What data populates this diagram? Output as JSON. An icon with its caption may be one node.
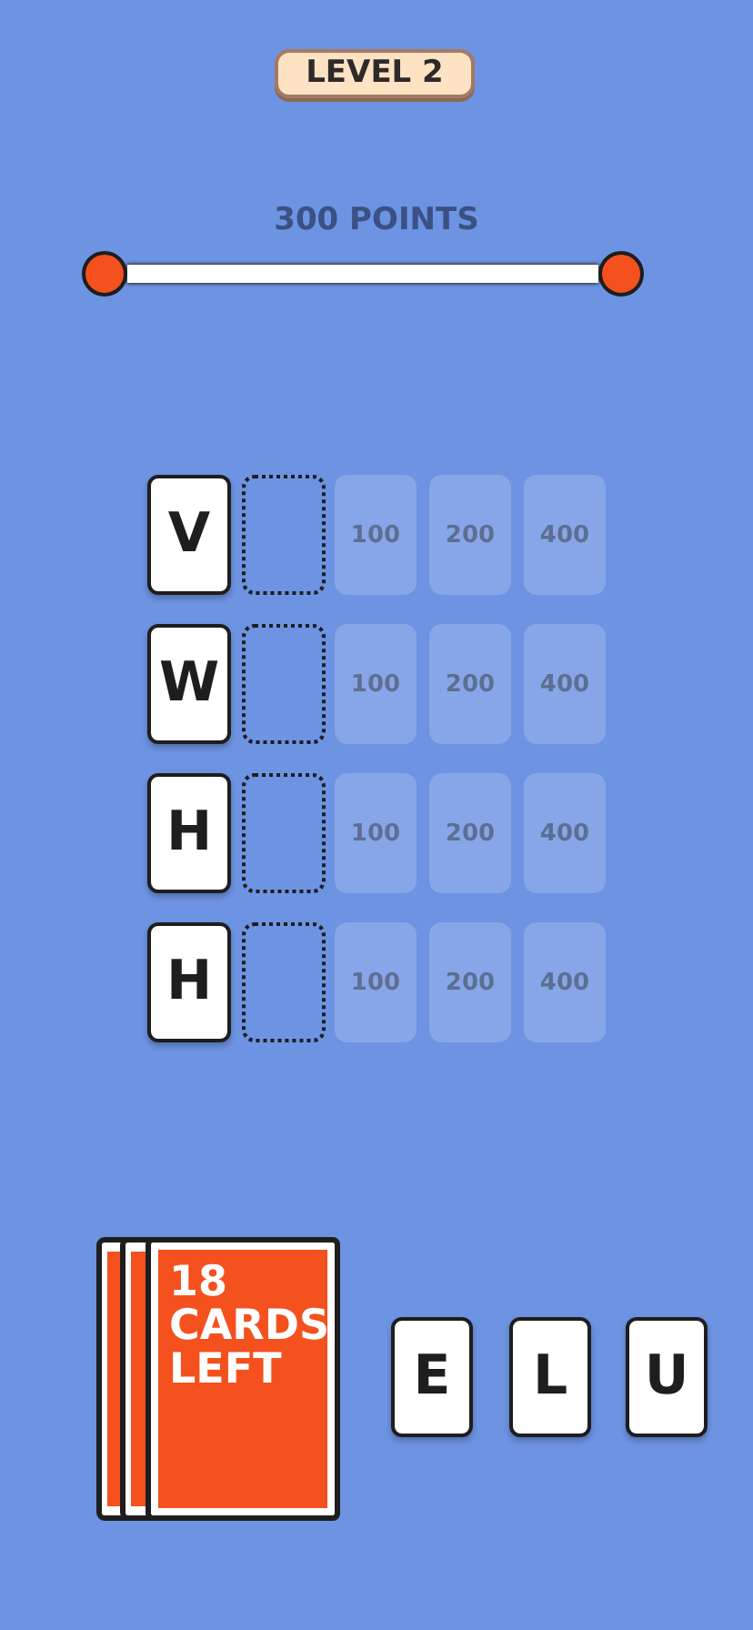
{
  "diagram": {
    "nodes": [
      {
        "text": [
          "LEVEL 2"
        ]
      },
      {
        "text": [],
        "shape": "circle"
      },
      {
        "text": [],
        "shape": "circle"
      },
      {
        "text": [
          "V"
        ]
      },
      {
        "text": [],
        "shape": "box"
      },
      {
        "text": [
          "100"
        ]
      },
      {
        "text": [
          "200"
        ]
      },
      {
        "text": [
          "400"
        ]
      },
      {
        "text": [
          "W"
        ]
      },
      {
        "text": [],
        "shape": "box"
      },
      {
        "text": [
          "100"
        ]
      },
      {
        "text": [
          "200"
        ]
      },
      {
        "text": [
          "400"
        ]
      },
      {
        "text": [
          "H"
        ]
      },
      {
        "text": [],
        "shape": "box"
      },
      {
        "text": [
          "100"
        ]
      },
      {
        "text": [
          "200"
        ]
      },
      {
        "text": [
          "400"
        ]
      },
      {
        "text": [
          "H"
        ]
      },
      {
        "text": [],
        "shape": "box"
      },
      {
        "text": [
          "100"
        ]
      },
      {
        "text": [
          "200"
        ]
      },
      {
        "text": [
          "400"
        ]
      },
      {
        "text": [
          "18 CARDS LEFT"
        ]
      },
      {
        "text": [
          "E"
        ]
      },
      {
        "text": [
          "L"
        ]
      },
      {
        "text": [
          "U"
        ]
      }
    ],
    "edges": [
      {
        "from": 1,
        "to": 2,
        "arrow": "none"
      }
    ],
    "labels": [
      "300 POINTS"
    ]
  }
}
